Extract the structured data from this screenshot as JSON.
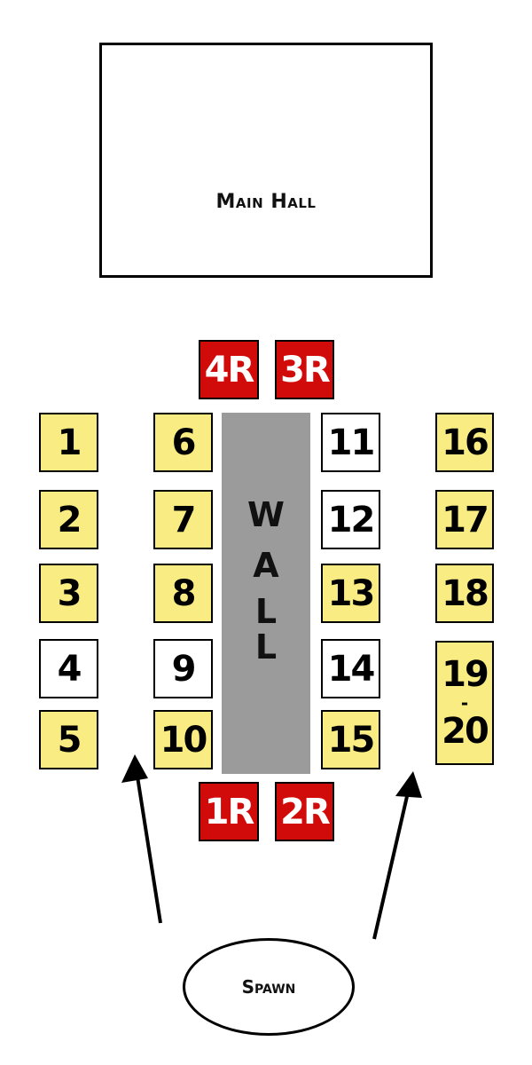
{
  "main_hall": {
    "label": "Main Hall"
  },
  "wall": {
    "letters": [
      "W",
      "A",
      "L",
      "L"
    ]
  },
  "spawn": {
    "label": "Spawn"
  },
  "respawns": {
    "r4": "4R",
    "r3": "3R",
    "r1": "1R",
    "r2": "2R"
  },
  "spots": {
    "s1": "1",
    "s2": "2",
    "s3": "3",
    "s4": "4",
    "s5": "5",
    "s6": "6",
    "s7": "7",
    "s8": "8",
    "s9": "9",
    "s10": "10",
    "s11": "11",
    "s12": "12",
    "s13": "13",
    "s14": "14",
    "s15": "15",
    "s16": "16",
    "s17": "17",
    "s18": "18",
    "s19_20": {
      "top": "19",
      "sep": "-",
      "bottom": "20"
    }
  },
  "colors": {
    "spot_yellow": "#f8ec82",
    "spot_white": "#ffffff",
    "respawn_red": "#d10a0a",
    "wall_gray": "#9b9b9b",
    "outline": "#000000"
  }
}
